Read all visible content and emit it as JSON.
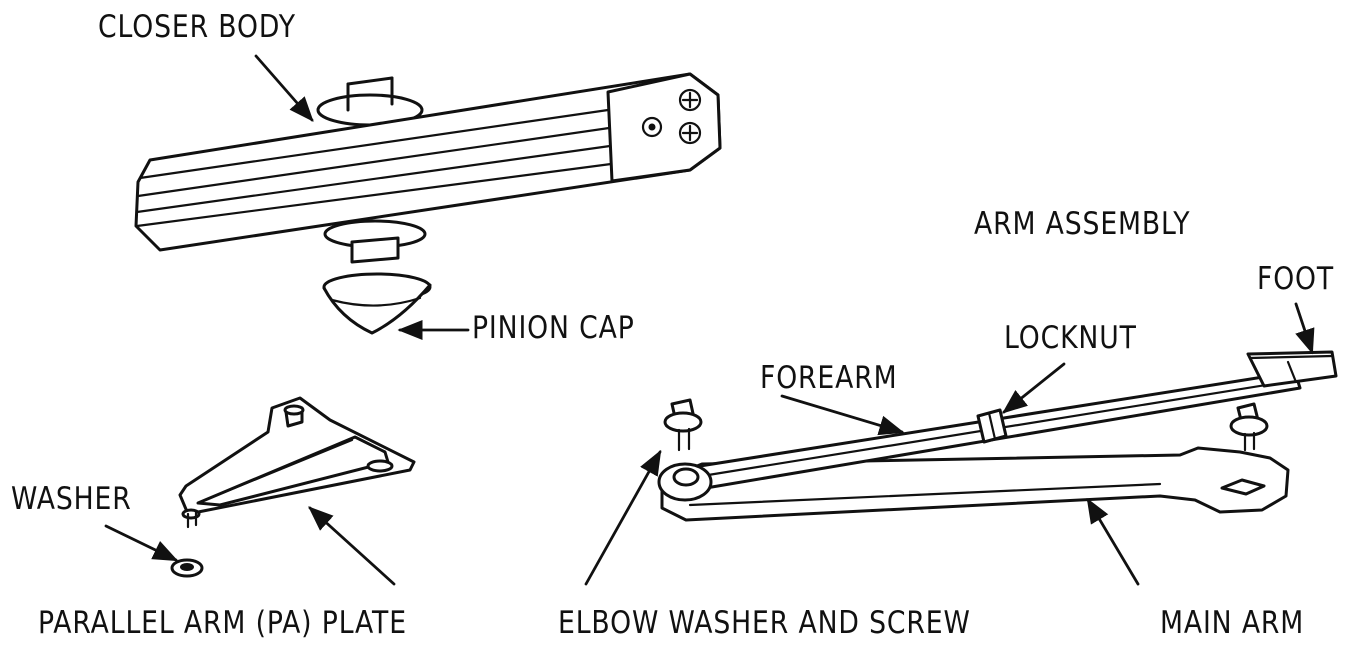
{
  "labels": {
    "closer_body": "CLOSER BODY",
    "pinion_cap": "PINION CAP",
    "arm_assembly": "ARM ASSEMBLY",
    "foot": "FOOT",
    "locknut": "LOCKNUT",
    "forearm": "FOREARM",
    "washer": "WASHER",
    "pa_plate": "PARALLEL ARM (PA) PLATE",
    "elbow_washer_screw": "ELBOW WASHER AND SCREW",
    "main_arm": "MAIN ARM"
  },
  "colors": {
    "ink": "#111111",
    "background": "#ffffff"
  }
}
